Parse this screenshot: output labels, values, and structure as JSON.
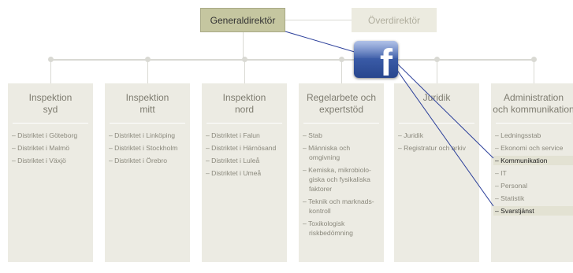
{
  "top": {
    "generaldirektor": "Generaldirektör",
    "overdirektor": "Överdirektör"
  },
  "columns": [
    {
      "title": [
        "Inspektion",
        "syd"
      ],
      "items": [
        {
          "text": "Distriktet i Göteborg",
          "hl": false
        },
        {
          "text": "Distriktet i Malmö",
          "hl": false
        },
        {
          "text": "Distriktet i Växjö",
          "hl": false
        }
      ]
    },
    {
      "title": [
        "Inspektion",
        "mitt"
      ],
      "items": [
        {
          "text": "Distriktet i Linköping",
          "hl": false
        },
        {
          "text": "Distriktet i Stockholm",
          "hl": false
        },
        {
          "text": "Distriktet i Örebro",
          "hl": false
        }
      ]
    },
    {
      "title": [
        "Inspektion",
        "nord"
      ],
      "items": [
        {
          "text": "Distriktet i Falun",
          "hl": false
        },
        {
          "text": "Distriktet i Härnösand",
          "hl": false
        },
        {
          "text": "Distriktet i Luleå",
          "hl": false
        },
        {
          "text": "Distriktet i Umeå",
          "hl": false
        }
      ]
    },
    {
      "title": [
        "Regelarbete och",
        "expertstöd"
      ],
      "items": [
        {
          "text": "Stab",
          "hl": false
        },
        {
          "text": "Människa och omgivning",
          "hl": false
        },
        {
          "text": "Kemiska, mikrobiolo-giska och fysikaliska faktorer",
          "hl": false
        },
        {
          "text": "Teknik och marknads-kontroll",
          "hl": false
        },
        {
          "text": "Toxikologisk riskbedömning",
          "hl": false
        }
      ]
    },
    {
      "title": [
        "Juridik",
        ""
      ],
      "items": [
        {
          "text": "Juridik",
          "hl": false
        },
        {
          "text": "Registratur och arkiv",
          "hl": false
        }
      ]
    },
    {
      "title": [
        "Administration",
        "och kommunikation"
      ],
      "items": [
        {
          "text": "Ledningsstab",
          "hl": false
        },
        {
          "text": "Ekonomi och service",
          "hl": false
        },
        {
          "text": "Kommunikation",
          "hl": true
        },
        {
          "text": "IT",
          "hl": false
        },
        {
          "text": "Personal",
          "hl": false
        },
        {
          "text": "Statistik",
          "hl": false
        },
        {
          "text": "Svarstjänst",
          "hl": true
        }
      ]
    }
  ],
  "icons": {
    "social": "facebook-icon"
  },
  "colors": {
    "generaldirektor_fill": "#c5c6a0",
    "column_fill": "#ecebe3",
    "connector": "#d9d9d3",
    "facebook_blue": "#3b5ca8",
    "link_line": "#2b3f9a"
  }
}
